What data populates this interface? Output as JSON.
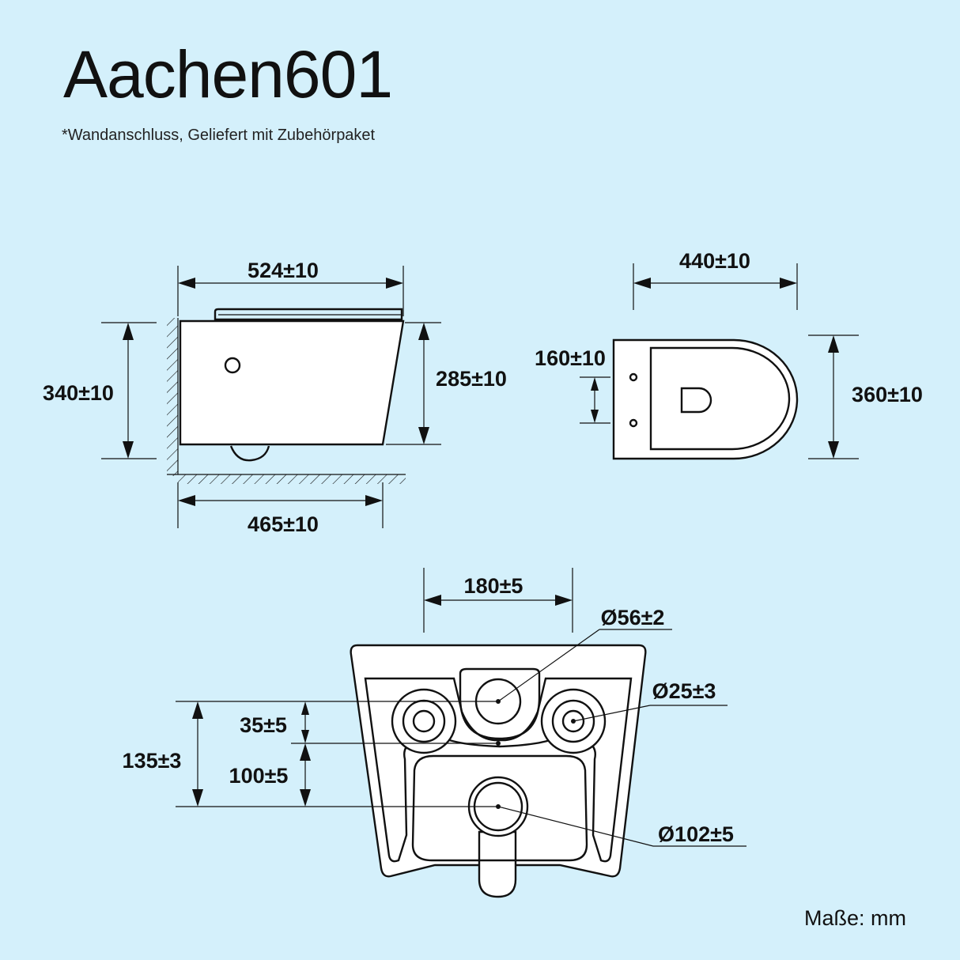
{
  "header": {
    "title": "Aachen601",
    "subtitle": "*Wandanschluss, Geliefert mit Zubehörpaket"
  },
  "footer": {
    "units_label": "Maße:  mm"
  },
  "side_view": {
    "length_top": "524±10",
    "height_total": "340±10",
    "height_front": "285±10",
    "length_bottom": "465±10"
  },
  "top_view": {
    "width": "440±10",
    "bolt_spacing": "160±10",
    "depth": "360±10"
  },
  "back_view": {
    "bolt_distance": "180±5",
    "inlet_diameter": "Ø56±2",
    "bolt_hole_diameter": "Ø25±3",
    "offset_upper": "35±5",
    "height_outlet": "135±3",
    "offset_lower": "100±5",
    "outlet_diameter": "Ø102±5"
  },
  "colors": {
    "background": "#d4f0fb",
    "line": "#111111"
  }
}
